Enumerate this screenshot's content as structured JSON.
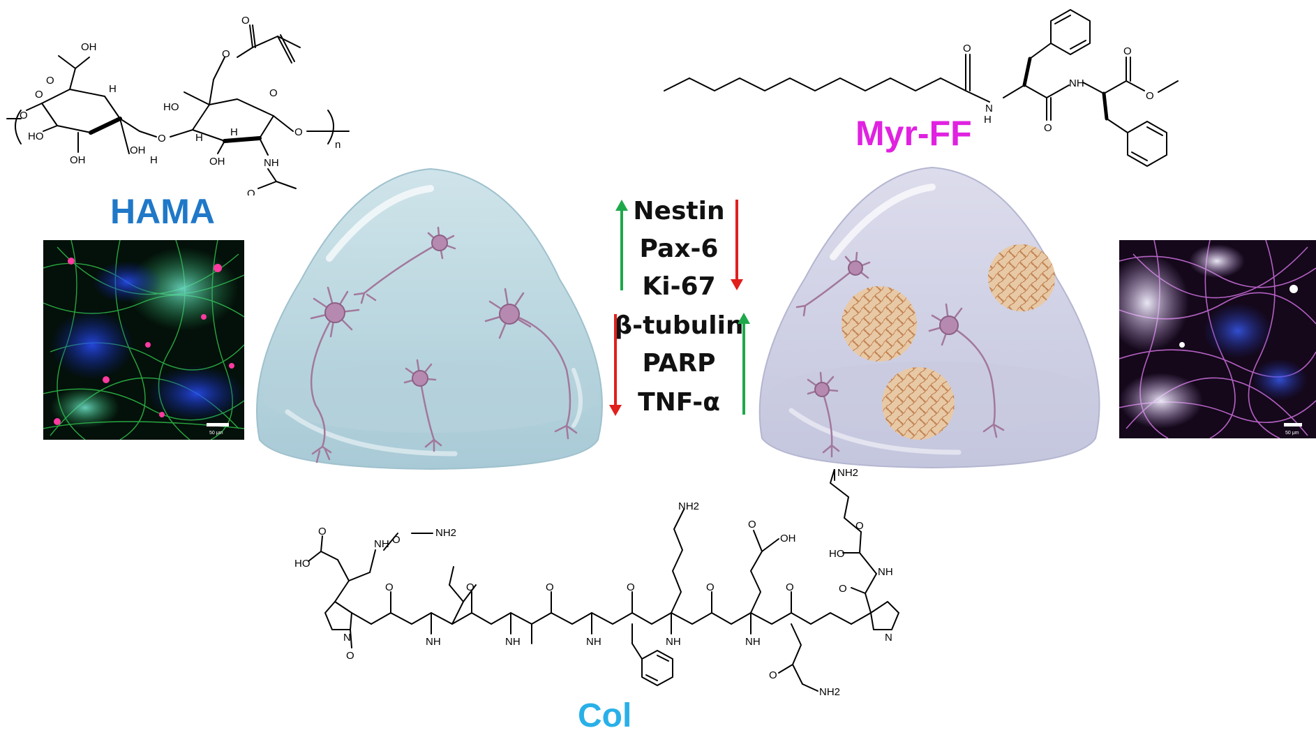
{
  "labels": {
    "hama": "HAMA",
    "myr_ff": "Myr-FF",
    "col": "Col"
  },
  "markers_top": [
    "Nestin",
    "Pax-6",
    "Ki-67"
  ],
  "markers_bottom": [
    "β-tubulin",
    "PARP",
    "TNF-α"
  ],
  "atoms": {
    "oh": "OH",
    "ho": "HO",
    "o": "O",
    "h": "H",
    "nh": "NH",
    "nh2": "NH2",
    "n": "N",
    "n_sub": "n"
  },
  "scale_bar": "50 μm",
  "colors": {
    "hama": "#1f78c8",
    "myr_ff": "#e022e0",
    "col": "#29b0e8",
    "up_arrow": "#1fa84a",
    "down_arrow": "#e0201c",
    "hama_gel": "#bcd8e2",
    "myr_gel": "#d4d4e8",
    "neuron": "#a2789c",
    "fiber": "#c98a5a"
  }
}
